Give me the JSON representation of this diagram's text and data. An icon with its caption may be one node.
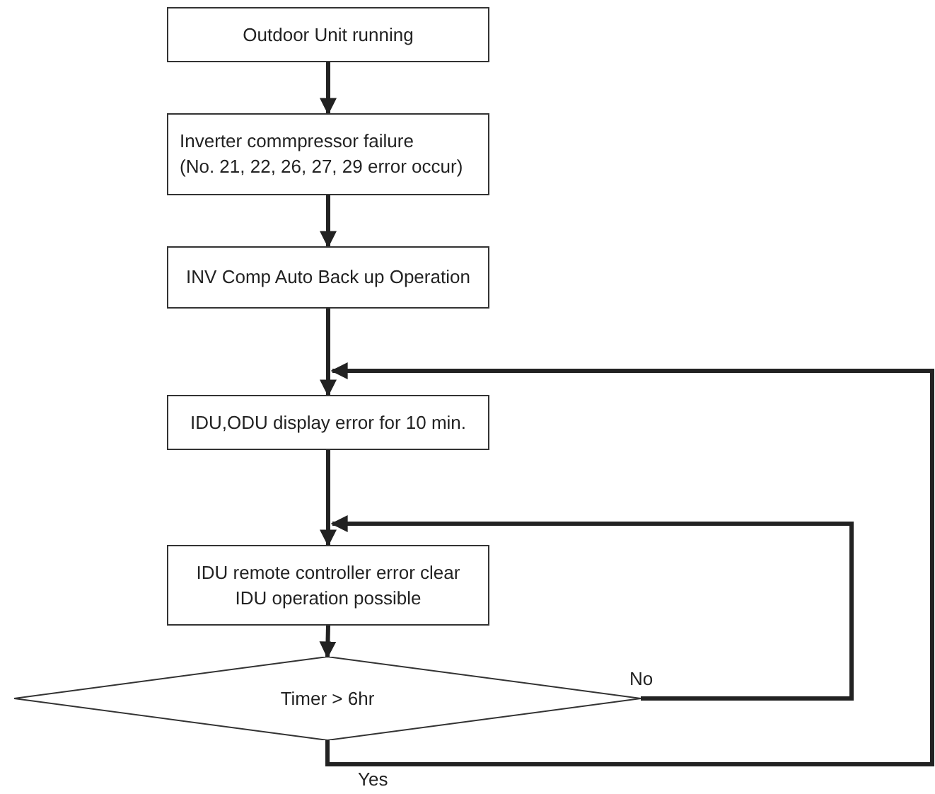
{
  "diagram": {
    "nodes": [
      {
        "text": [
          "Outdoor Unit running"
        ]
      },
      {
        "text": [
          "Inverter commpressor failure",
          "(No. 21, 22, 26, 27, 29 error occur)"
        ]
      },
      {
        "text": [
          "INV Comp Auto Back up Operation"
        ]
      },
      {
        "text": [
          "IDU,ODU display error for 10 min."
        ]
      },
      {
        "text": [
          "IDU remote controller error clear",
          "IDU operation possible"
        ]
      },
      {
        "text": [
          "Timer > 6hr"
        ]
      }
    ],
    "edges": [
      {
        "from": 0,
        "to": 1,
        "arrow": "to"
      },
      {
        "from": 1,
        "to": 2,
        "arrow": "to"
      },
      {
        "from": 2,
        "to": 3,
        "arrow": "to"
      },
      {
        "from": 3,
        "to": 4,
        "arrow": "to"
      },
      {
        "from": 4,
        "to": 5,
        "arrow": "to"
      },
      {
        "from": 5,
        "to": 4,
        "arrow": "to",
        "label": "No"
      },
      {
        "from": 5,
        "to": 3,
        "arrow": "to",
        "label": "Yes"
      }
    ]
  }
}
